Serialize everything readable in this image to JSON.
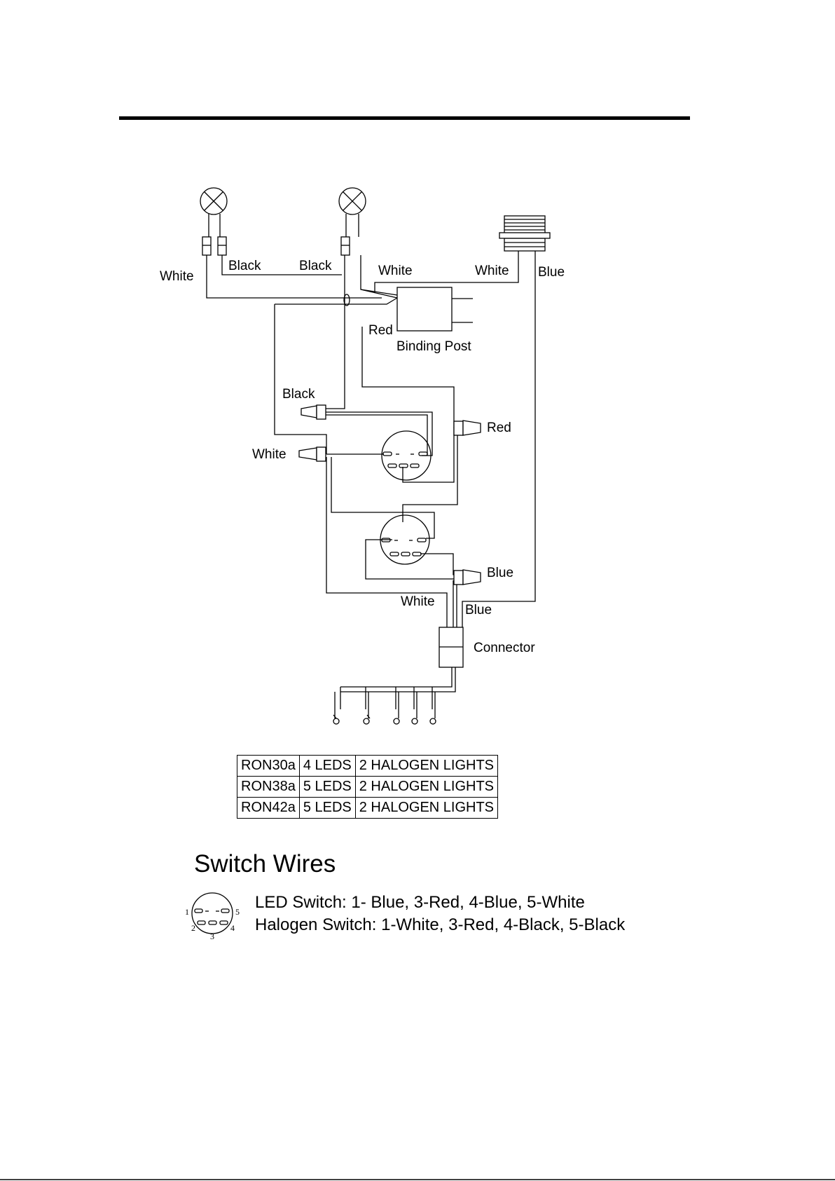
{
  "diagram": {
    "labels": {
      "white_left": "White",
      "black_left": "Black",
      "black_mid": "Black",
      "white_top": "White",
      "white_socket": "White",
      "blue_socket": "Blue",
      "red_post": "Red",
      "binding_post": "Binding Post",
      "black_switch": "Black",
      "red_switch": "Red",
      "white_switch": "White",
      "blue_switch": "Blue",
      "white_bottom": "White",
      "blue_bottom": "Blue",
      "connector": "Connector"
    },
    "pins": [
      "1",
      "2",
      "3",
      "4",
      "5"
    ]
  },
  "table": {
    "rows": [
      [
        "RON30a",
        "4 LEDS",
        "2 HALOGEN LIGHTS"
      ],
      [
        "RON38a",
        "5 LEDS",
        "2 HALOGEN LIGHTS"
      ],
      [
        "RON42a",
        "5 LEDS",
        "2 HALOGEN LIGHTS"
      ]
    ]
  },
  "switch_wires": {
    "title": "Switch Wires",
    "led": "LED Switch: 1- Blue, 3-Red, 4-Blue, 5-White",
    "halogen": "Halogen Switch: 1-White, 3-Red, 4-Black, 5-Black"
  }
}
